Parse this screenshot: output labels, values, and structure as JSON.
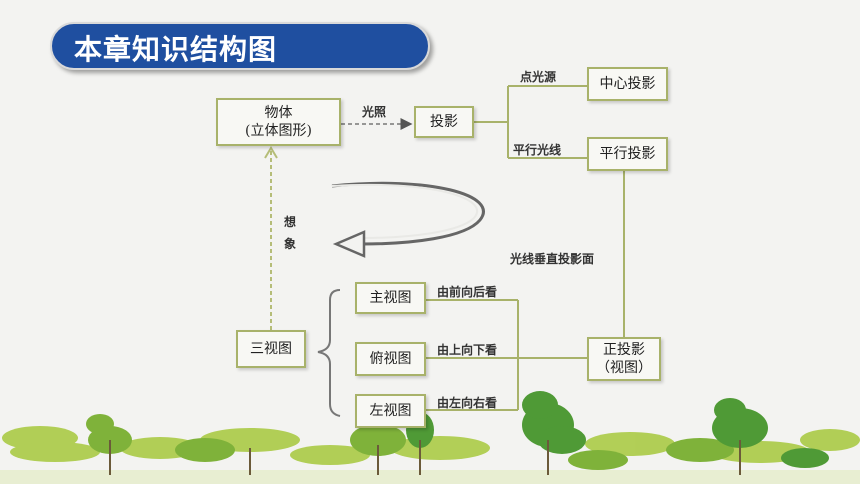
{
  "header": {
    "title": "本章知识结构图"
  },
  "nodes": {
    "object_line1": "物体",
    "object_line2": "(立体图形)",
    "projection": "投影",
    "central": "中心投影",
    "parallel": "平行投影",
    "orthographic_line1": "正投影",
    "orthographic_line2": "（视图）",
    "three_views": "三视图",
    "front_view": "主视图",
    "top_view": "俯视图",
    "left_view": "左视图"
  },
  "labels": {
    "light": "光照",
    "point_light": "点光源",
    "parallel_light": "平行光线",
    "perpendicular": "光线垂直投影面",
    "imagine_1": "想",
    "imagine_2": "象",
    "front_to_back": "由前向后看",
    "top_to_bottom": "由上向下看",
    "left_to_right": "由左向右看"
  },
  "colors": {
    "banner": "#1f4fa0",
    "box_border": "#a8b26a",
    "connector": "#a8b26a",
    "arrow": "#555555",
    "tree_light": "#a6c83c",
    "tree_mid": "#7fb23a",
    "tree_dark": "#4f9a36"
  }
}
